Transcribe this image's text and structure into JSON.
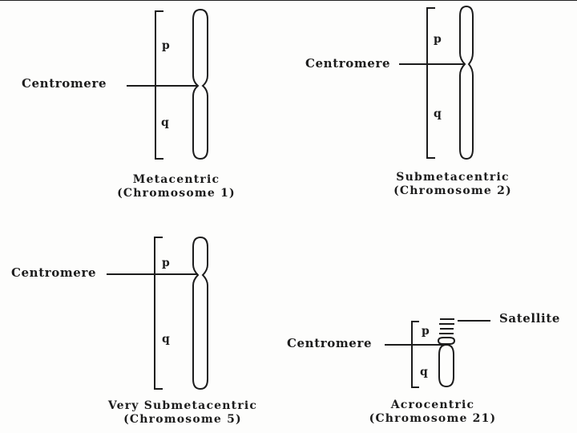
{
  "centromere_label": "Centromere",
  "p_arm_label": "p",
  "q_arm_label": "q",
  "satellite_label": "Satellite",
  "diagrams": [
    {
      "name": "Metacentric",
      "subtitle": "(Chromosome 1)"
    },
    {
      "name": "Submetacentric",
      "subtitle": "(Chromosome 2)"
    },
    {
      "name": "Very Submetacentric",
      "subtitle": "(Chromosome 5)"
    },
    {
      "name": "Acrocentric",
      "subtitle": "(Chromosome 21)"
    }
  ],
  "colors": {
    "ink": "#1c1c1c",
    "background": "#fdfdfc"
  }
}
